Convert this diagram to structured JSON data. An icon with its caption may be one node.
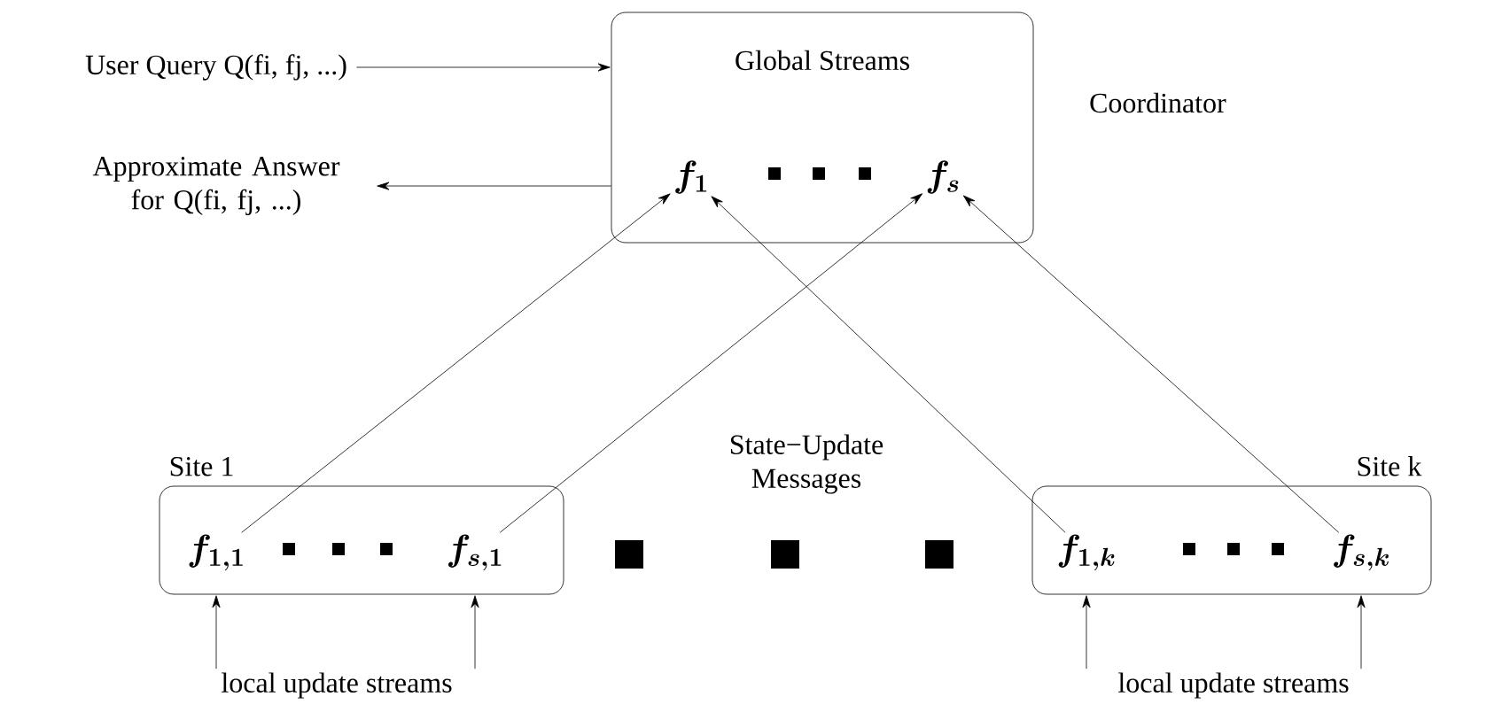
{
  "diagram": {
    "nodes": [
      {
        "text": [
          "Global Streams"
        ],
        "beside": [
          "Coordinator"
        ]
      },
      {
        "text": [
          "f_{1}"
        ],
        "in": 0
      },
      {
        "text": [
          "f_{s}"
        ],
        "in": 0
      },
      {
        "text": [
          "Site 1"
        ]
      },
      {
        "text": [
          "f_{1,1}"
        ],
        "in": 3
      },
      {
        "text": [
          "f_{s,1}"
        ],
        "in": 3
      },
      {
        "text": [
          "Site k"
        ]
      },
      {
        "text": [
          "f_{1,k}"
        ],
        "in": 6
      },
      {
        "text": [
          "f_{s,k}"
        ],
        "in": 6
      },
      {
        "text": [
          "User Query Q(fi, fj, ...)"
        ]
      },
      {
        "text": [
          "Approximate Answer for Q(fi, fj, ...)"
        ]
      },
      {
        "text": [
          "local update streams"
        ]
      },
      {
        "text": [
          "local update streams"
        ]
      }
    ],
    "edges": [
      {
        "from": 9,
        "to": 0,
        "arrow": "to"
      },
      {
        "from": 0,
        "to": 10,
        "arrow": "to"
      },
      {
        "from": 4,
        "to": 1,
        "arrow": "to"
      },
      {
        "from": 5,
        "to": 2,
        "arrow": "to"
      },
      {
        "from": 7,
        "to": 1,
        "arrow": "to"
      },
      {
        "from": 8,
        "to": 2,
        "arrow": "to"
      },
      {
        "from": 11,
        "to": 4,
        "arrow": "to"
      },
      {
        "from": 11,
        "to": 5,
        "arrow": "to"
      },
      {
        "from": 12,
        "to": 7,
        "arrow": "to"
      },
      {
        "from": 12,
        "to": 8,
        "arrow": "to"
      }
    ],
    "labels": [
      "State−Update Messages"
    ]
  }
}
